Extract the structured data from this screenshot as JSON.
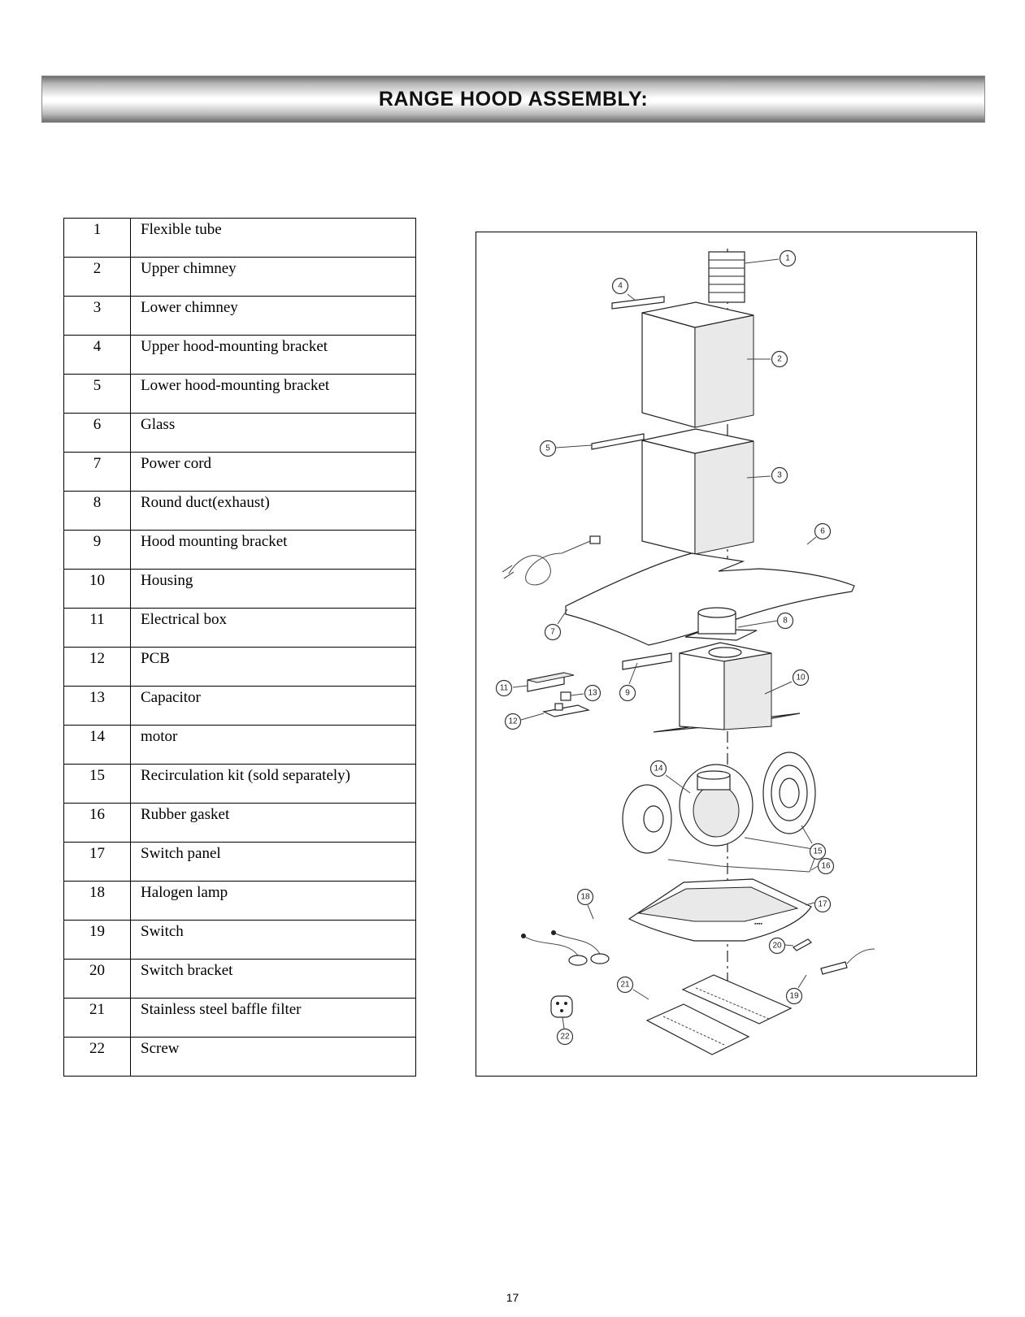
{
  "header": {
    "title": "RANGE HOOD ASSEMBLY:"
  },
  "parts": [
    {
      "num": "1",
      "name": "Flexible tube"
    },
    {
      "num": "2",
      "name": "Upper chimney"
    },
    {
      "num": "3",
      "name": "Lower chimney"
    },
    {
      "num": "4",
      "name": "Upper hood-mounting bracket"
    },
    {
      "num": "5",
      "name": "Lower hood-mounting bracket"
    },
    {
      "num": "6",
      "name": "Glass"
    },
    {
      "num": "7",
      "name": "Power cord"
    },
    {
      "num": "8",
      "name": "Round duct(exhaust)"
    },
    {
      "num": "9",
      "name": "Hood mounting bracket"
    },
    {
      "num": "10",
      "name": "Housing"
    },
    {
      "num": "11",
      "name": "Electrical box"
    },
    {
      "num": "12",
      "name": "PCB"
    },
    {
      "num": "13",
      "name": "Capacitor"
    },
    {
      "num": "14",
      "name": "motor"
    },
    {
      "num": "15",
      "name": "Recirculation kit (sold separately)"
    },
    {
      "num": "16",
      "name": "Rubber gasket"
    },
    {
      "num": "17",
      "name": "Switch panel"
    },
    {
      "num": "18",
      "name": "Halogen lamp"
    },
    {
      "num": "19",
      "name": "Switch"
    },
    {
      "num": "20",
      "name": "Switch bracket"
    },
    {
      "num": "21",
      "name": "Stainless steel baffle filter"
    },
    {
      "num": "22",
      "name": "Screw"
    }
  ],
  "diagram": {
    "callouts": [
      "1",
      "2",
      "3",
      "4",
      "5",
      "6",
      "7",
      "8",
      "9",
      "10",
      "11",
      "12",
      "13",
      "14",
      "15",
      "16",
      "17",
      "18",
      "19",
      "20",
      "21",
      "22"
    ]
  },
  "footer": {
    "page_number": "17"
  }
}
